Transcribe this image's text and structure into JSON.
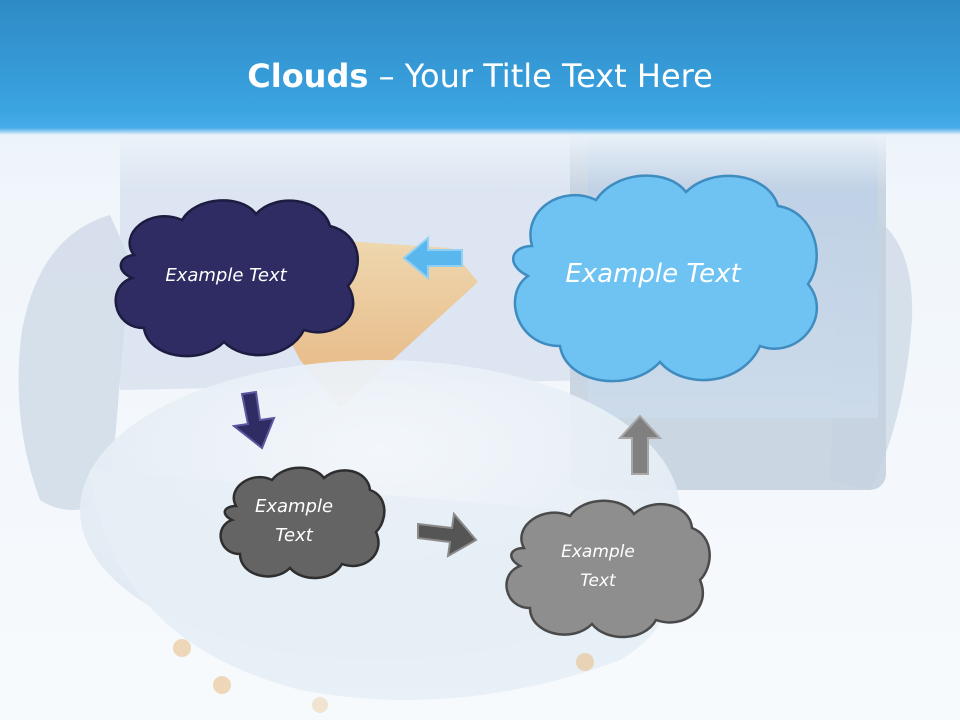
{
  "slide": {
    "title_bold": "Clouds",
    "title_separator": " – ",
    "title_rest": "Your Title Text Here"
  },
  "clouds": [
    {
      "id": "cloud-1",
      "text": "Example Text",
      "fill": "#2e2c62",
      "stroke": "#1c1b40",
      "text_color": "#ffffff"
    },
    {
      "id": "cloud-2",
      "text": "Example Text",
      "fill": "#6ec3f2",
      "stroke": "#3f8cc0",
      "text_color": "#ffffff"
    },
    {
      "id": "cloud-3",
      "text": "Example Text",
      "fill": "#646464",
      "stroke": "#2e2e2e",
      "text_color": "#ffffff"
    },
    {
      "id": "cloud-4",
      "text": "Example Text",
      "fill": "#8e8e8e",
      "stroke": "#4a4a4a",
      "text_color": "#ffffff"
    }
  ],
  "arrows": [
    {
      "id": "arrow-left",
      "fill": "#5ab7ee",
      "stroke": "#8fd0f5",
      "icon": "arrow-left-icon"
    },
    {
      "id": "arrow-down",
      "fill": "#2e2c62",
      "stroke": "#5a58a0",
      "icon": "arrow-down-icon"
    },
    {
      "id": "arrow-right",
      "fill": "#555555",
      "stroke": "#8a8a8a",
      "icon": "arrow-right-icon"
    },
    {
      "id": "arrow-up",
      "fill": "#808080",
      "stroke": "#a8a8a8",
      "icon": "arrow-up-icon"
    }
  ]
}
